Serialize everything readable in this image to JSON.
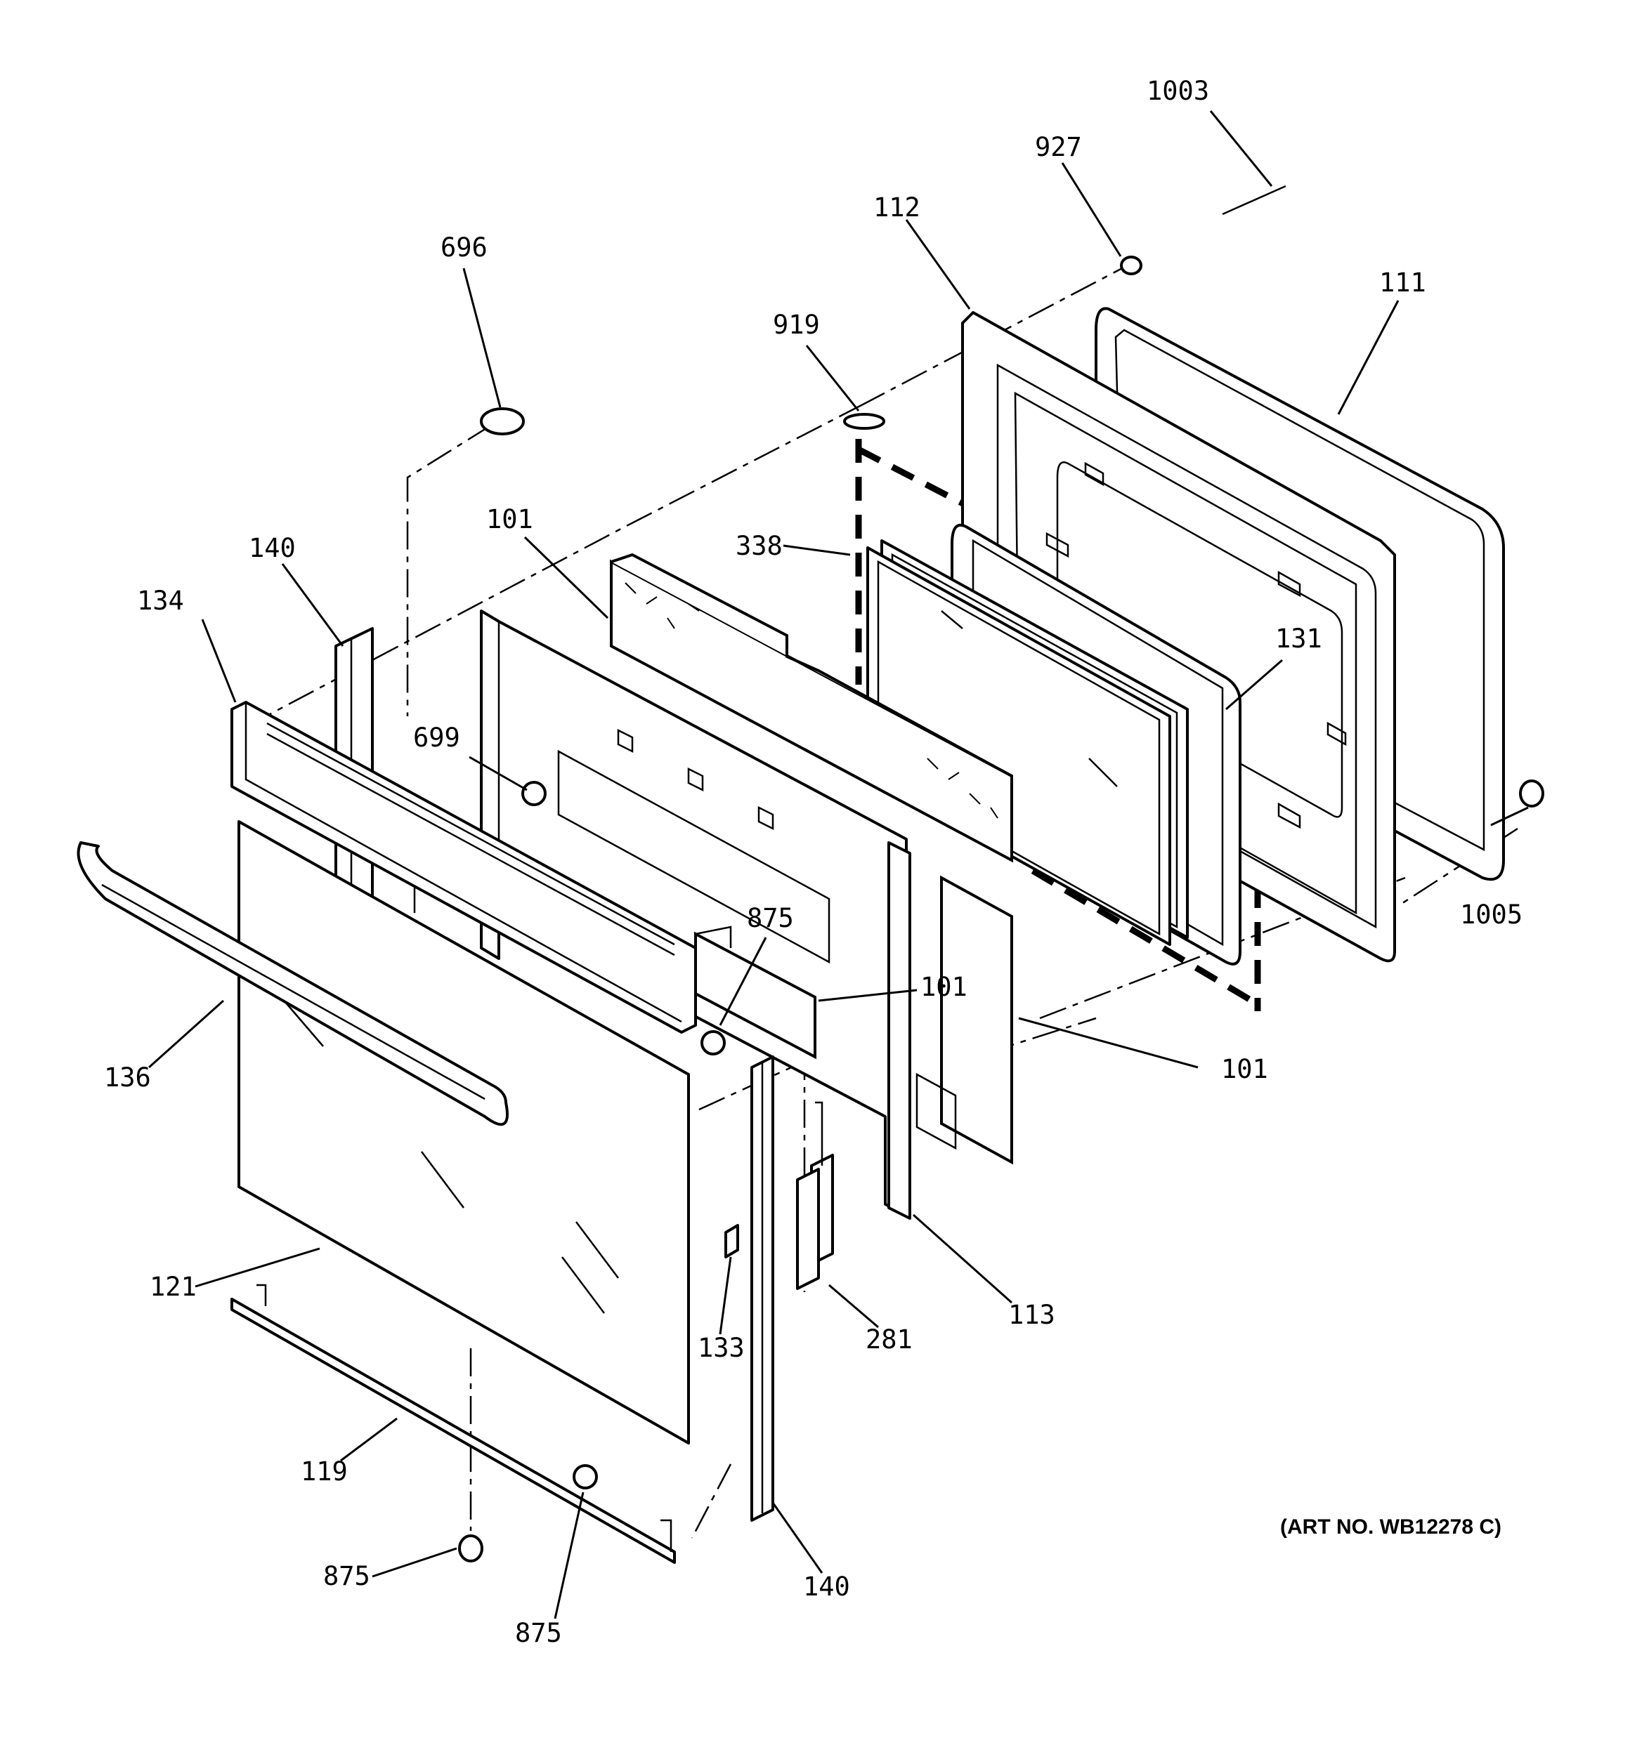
{
  "labels": {
    "l1003": "1003",
    "l927": "927",
    "l112": "112",
    "l111": "111",
    "l696": "696",
    "l919": "919",
    "l101a": "101",
    "l338": "338",
    "l140a": "140",
    "l134": "134",
    "l131": "131",
    "l699": "699",
    "l875a": "875",
    "l101b": "101",
    "l1005": "1005",
    "l101c": "101",
    "l136": "136",
    "l113": "113",
    "l121": "121",
    "l133": "133",
    "l281": "281",
    "l119": "119",
    "l875b": "875",
    "l875c": "875",
    "l140b": "140"
  },
  "art_number": "(ART NO. WB12278 C)"
}
